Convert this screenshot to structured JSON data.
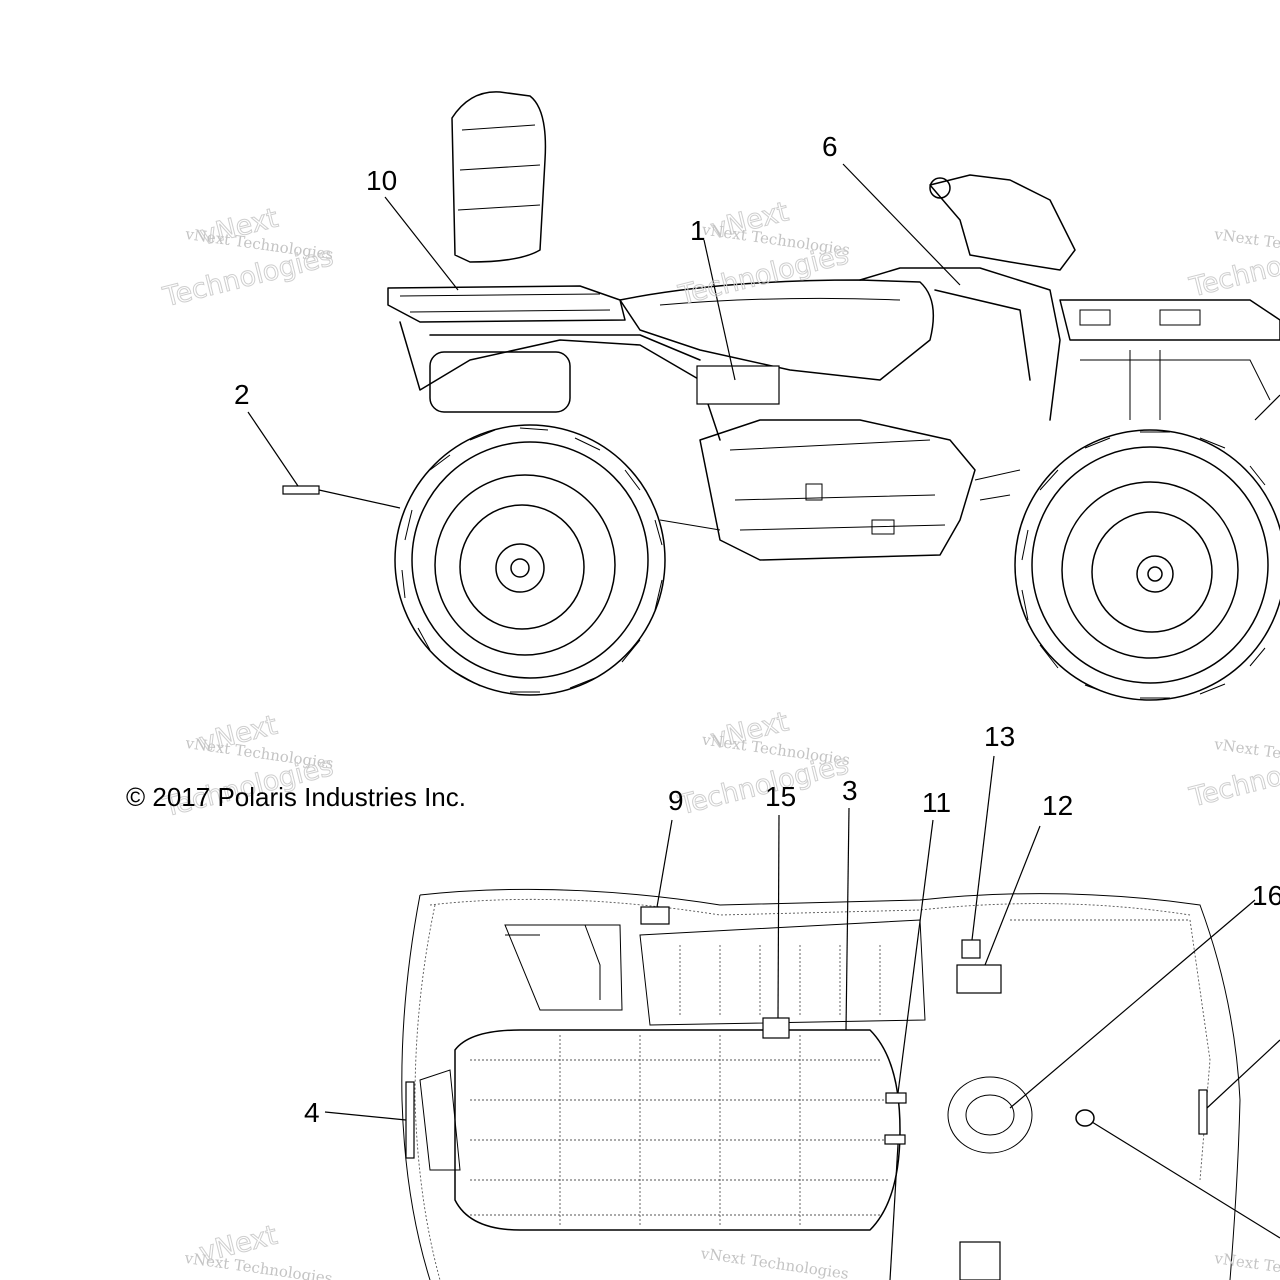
{
  "diagram": {
    "copyright": "© 2017 Polaris Industries Inc.",
    "watermark": {
      "line1": "vNext Technologies",
      "line2": "vNext",
      "line3": "Technologies"
    },
    "callouts": [
      {
        "id": "1",
        "label": "1"
      },
      {
        "id": "2",
        "label": "2"
      },
      {
        "id": "3",
        "label": "3"
      },
      {
        "id": "4",
        "label": "4"
      },
      {
        "id": "6",
        "label": "6"
      },
      {
        "id": "9",
        "label": "9"
      },
      {
        "id": "10",
        "label": "10"
      },
      {
        "id": "11",
        "label": "11"
      },
      {
        "id": "12",
        "label": "12"
      },
      {
        "id": "13",
        "label": "13"
      },
      {
        "id": "15",
        "label": "15"
      },
      {
        "id": "16",
        "label": "16"
      }
    ]
  }
}
